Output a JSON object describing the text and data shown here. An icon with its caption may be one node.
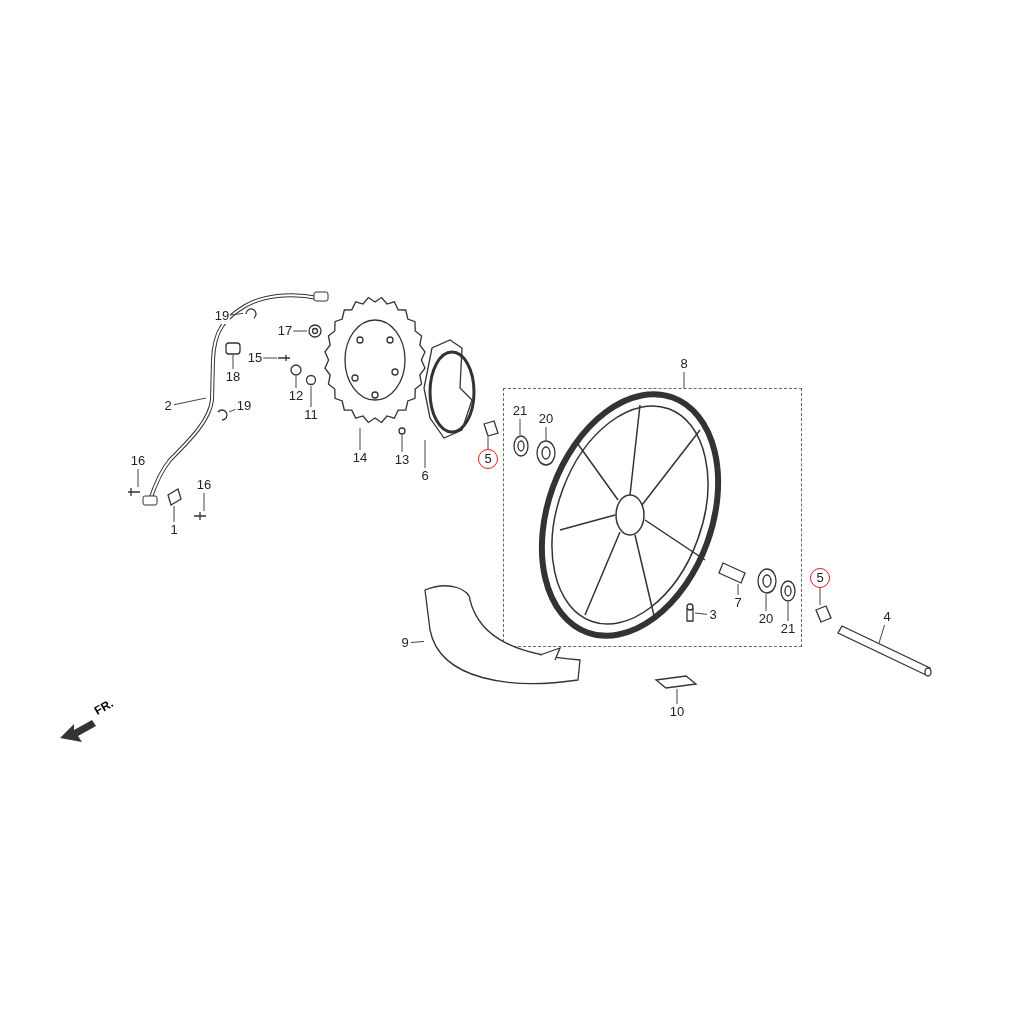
{
  "diagram": {
    "nodes": [
      {
        "text": [
          "19"
        ]
      },
      {
        "text": [
          "17"
        ]
      },
      {
        "text": [
          "15"
        ]
      },
      {
        "text": [
          "18"
        ]
      },
      {
        "text": [
          "12"
        ]
      },
      {
        "text": [
          "11"
        ]
      },
      {
        "text": [
          "2"
        ]
      },
      {
        "text": [
          "19"
        ]
      },
      {
        "text": [
          "14"
        ]
      },
      {
        "text": [
          "13"
        ]
      },
      {
        "text": [
          "6"
        ]
      },
      {
        "text": [
          "5"
        ]
      },
      {
        "text": [
          "8"
        ]
      },
      {
        "text": [],
        "shape": "box"
      },
      {
        "text": [
          "21"
        ],
        "in": 13
      },
      {
        "text": [
          "20"
        ],
        "in": 13
      },
      {
        "text": [
          "16"
        ]
      },
      {
        "text": [
          "16"
        ]
      },
      {
        "text": [
          "1"
        ]
      },
      {
        "text": [
          "5"
        ]
      },
      {
        "text": [
          "4"
        ]
      },
      {
        "text": [
          "7"
        ],
        "in": 13
      },
      {
        "text": [
          "20"
        ],
        "in": 13
      },
      {
        "text": [
          "21"
        ],
        "in": 13
      },
      {
        "text": [
          "3"
        ],
        "in": 13
      },
      {
        "text": [
          "9"
        ]
      },
      {
        "text": [
          "10"
        ]
      },
      {
        "text": [],
        "shape": "picture"
      },
      {
        "text": [],
        "shape": "picture"
      },
      {
        "text": [],
        "shape": "picture"
      },
      {
        "text": [],
        "shape": "box"
      },
      {
        "text": [],
        "shape": "circle"
      },
      {
        "text": [],
        "shape": "circle"
      },
      {
        "text": [],
        "shape": "picture"
      },
      {
        "text": [],
        "shape": "picture"
      },
      {
        "text": [],
        "shape": "circle"
      },
      {
        "text": [],
        "shape": "picture"
      },
      {
        "text": [],
        "shape": "picture"
      },
      {
        "text": [],
        "shape": "picture",
        "in": 13
      },
      {
        "text": [],
        "shape": "picture",
        "in": 13
      },
      {
        "text": [],
        "shape": "picture"
      },
      {
        "text": [],
        "shape": "picture"
      },
      {
        "text": [],
        "shape": "picture"
      },
      {
        "text": [],
        "shape": "picture"
      },
      {
        "text": [],
        "shape": "bar"
      },
      {
        "text": [],
        "shape": "picture",
        "in": 13
      },
      {
        "text": [],
        "shape": "picture",
        "in": 13
      },
      {
        "text": [],
        "shape": "picture",
        "in": 13
      },
      {
        "text": [],
        "shape": "box",
        "in": 13
      },
      {
        "text": [],
        "shape": "picture"
      },
      {
        "text": [],
        "shape": "picture"
      }
    ],
    "edges": [
      {
        "from": 0,
        "to": 27,
        "arrow": "none"
      },
      {
        "from": 1,
        "to": 28,
        "arrow": "none"
      },
      {
        "from": 2,
        "to": 29,
        "arrow": "none"
      },
      {
        "from": 3,
        "to": 30,
        "arrow": "none"
      },
      {
        "from": 4,
        "to": 31,
        "arrow": "none"
      },
      {
        "from": 5,
        "to": 32,
        "arrow": "none"
      },
      {
        "from": 6,
        "to": null,
        "arrow": "none"
      },
      {
        "from": 7,
        "to": 33,
        "arrow": "none"
      },
      {
        "from": 8,
        "to": 34,
        "arrow": "none"
      },
      {
        "from": 9,
        "to": 35,
        "arrow": "none"
      },
      {
        "from": 10,
        "to": 36,
        "arrow": "none"
      },
      {
        "from": 11,
        "to": 37,
        "arrow": "none"
      },
      {
        "from": 12,
        "to": 13,
        "arrow": "none"
      },
      {
        "from": 14,
        "to": 38,
        "arrow": "none"
      },
      {
        "from": 15,
        "to": 39,
        "arrow": "none"
      },
      {
        "from": 16,
        "to": 40,
        "arrow": "none"
      },
      {
        "from": 17,
        "to": 41,
        "arrow": "none"
      },
      {
        "from": 18,
        "to": 42,
        "arrow": "none"
      },
      {
        "from": 19,
        "to": 43,
        "arrow": "none"
      },
      {
        "from": 20,
        "to": 44,
        "arrow": "none"
      },
      {
        "from": 21,
        "to": 45,
        "arrow": "none"
      },
      {
        "from": 22,
        "to": 46,
        "arrow": "none"
      },
      {
        "from": 23,
        "to": 47,
        "arrow": "none"
      },
      {
        "from": 24,
        "to": 48,
        "arrow": "none"
      },
      {
        "from": 25,
        "to": 49,
        "arrow": "none"
      },
      {
        "from": 26,
        "to": 50,
        "arrow": "none"
      }
    ],
    "labels": [
      "FR."
    ]
  }
}
